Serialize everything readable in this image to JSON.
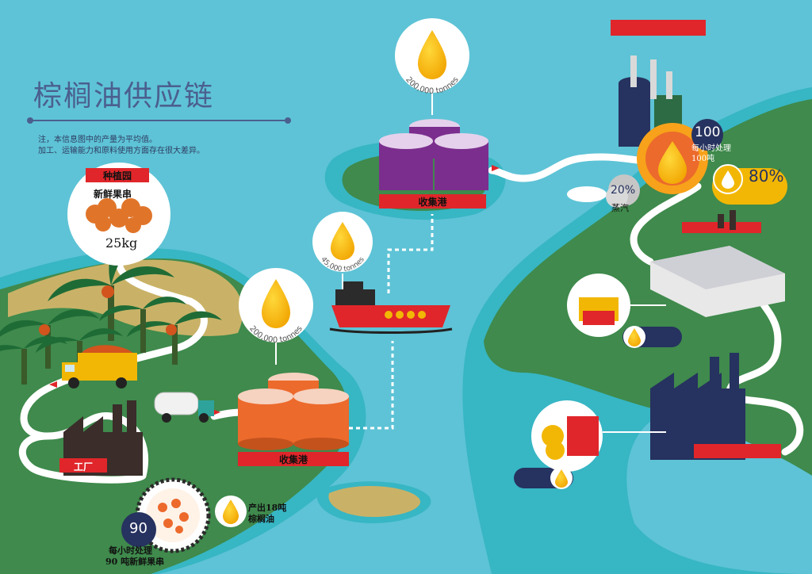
{
  "title": "棕榈油供应链",
  "note": {
    "line1": "注，本信息图中的产量为平均值。",
    "line2": "加工、运输能力和原料使用方面存在很大差异。"
  },
  "plantation": {
    "label": "种植园",
    "fruit_label": "新鲜果串",
    "weight": "25kg"
  },
  "factory": {
    "label": "工厂",
    "rate_number": "90",
    "rate_line1": "每小时处理",
    "rate_line2": "90 吨新鲜果串",
    "output_line1": "产出18吨",
    "output_line2": "棕榈油"
  },
  "port1": {
    "label": "收集港",
    "capacity": "200,000 tonnes"
  },
  "ship": {
    "capacity": "45,000 tonnes"
  },
  "port2": {
    "label": "收集港",
    "capacity": "200,000 tonnes"
  },
  "refinery": {
    "rate_number": "100",
    "rate_line1": "每小时处理",
    "rate_line2": "100吨",
    "oil_percent": "80%",
    "steam_percent": "20%",
    "steam_label": "蒸汽"
  },
  "colors": {
    "sea": "#5ec3d6",
    "land_green": "#3f8a4c",
    "land_sand": "#c9b267",
    "ribbon_red": "#e0262a",
    "navy": "#26325f",
    "oil_yellow": "#f2b705",
    "purple": "#7b2e8e",
    "orange": "#ec6a2c"
  }
}
